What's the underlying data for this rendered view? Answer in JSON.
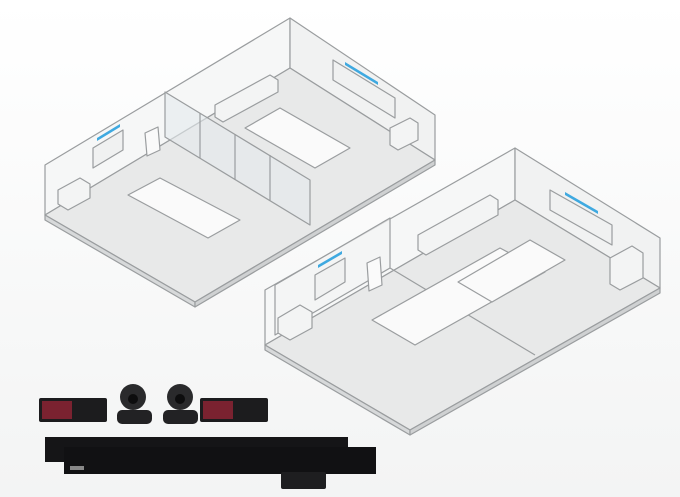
{
  "colors": {
    "background": "#ffffff",
    "floor": "#e9eaea",
    "wall": "#f4f5f5",
    "outline": "#9a9d9f",
    "screen_accent": "#3fa9e0",
    "device": "#1c1c1e",
    "touch_panel_accent": "#7a2230"
  },
  "rooms": [
    {
      "name": "small-and-medium-room",
      "icon": "isometric-room-icon"
    },
    {
      "name": "large-divisible-room",
      "icon": "isometric-room-icon"
    }
  ],
  "devices": [
    "touch-panel",
    "ptz-camera",
    "ptz-camera",
    "touch-panel",
    "video-bar",
    "video-bar",
    "compute-box"
  ]
}
